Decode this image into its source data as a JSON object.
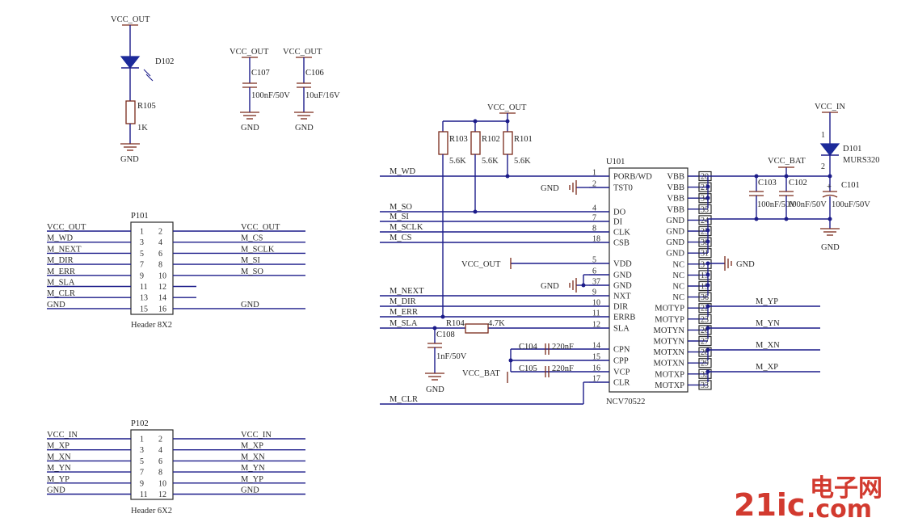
{
  "power": {
    "vcc_out": "VCC_OUT",
    "vcc_in": "VCC_IN",
    "vcc_bat": "VCC_BAT",
    "gnd": "GND"
  },
  "components": {
    "d102": {
      "ref": "D102"
    },
    "r105": {
      "ref": "R105",
      "value": "1K"
    },
    "c107": {
      "ref": "C107",
      "value": "100nF/50V"
    },
    "c106": {
      "ref": "C106",
      "value": "10uF/16V"
    },
    "r103": {
      "ref": "R103",
      "value": "5.6K"
    },
    "r102": {
      "ref": "R102",
      "value": "5.6K"
    },
    "r101": {
      "ref": "R101",
      "value": "5.6K"
    },
    "r104": {
      "ref": "R104",
      "value": "4.7K"
    },
    "c108": {
      "ref": "C108",
      "value": "1nF/50V"
    },
    "c104": {
      "ref": "C104",
      "value": "220nF"
    },
    "c105": {
      "ref": "C105",
      "value": "220nF"
    },
    "c103": {
      "ref": "C103",
      "value": "100nF/50V"
    },
    "c102": {
      "ref": "C102",
      "value": "100nF/50V"
    },
    "c101": {
      "ref": "C101",
      "value": "100uF/50V"
    },
    "d101": {
      "ref": "D101",
      "value": "MURS320",
      "pin1": "1",
      "pin2": "2"
    },
    "u101": {
      "ref": "U101",
      "part": "NCV70522"
    },
    "p101": {
      "ref": "P101",
      "desc": "Header 8X2"
    },
    "p102": {
      "ref": "P102",
      "desc": "Header 6X2"
    }
  },
  "p101_rows": [
    {
      "left": "VCC_OUT",
      "p1": "1",
      "p2": "2",
      "right": "VCC_OUT"
    },
    {
      "left": "M_WD",
      "p1": "3",
      "p2": "4",
      "right": "M_CS"
    },
    {
      "left": "M_NEXT",
      "p1": "5",
      "p2": "6",
      "right": "M_SCLK"
    },
    {
      "left": "M_DIR",
      "p1": "7",
      "p2": "8",
      "right": "M_SI"
    },
    {
      "left": "M_ERR",
      "p1": "9",
      "p2": "10",
      "right": "M_SO"
    },
    {
      "left": "M_SLA",
      "p1": "11",
      "p2": "12",
      "right": ""
    },
    {
      "left": "M_CLR",
      "p1": "13",
      "p2": "14",
      "right": ""
    },
    {
      "left": "GND",
      "p1": "15",
      "p2": "16",
      "right": "GND"
    }
  ],
  "p102_rows": [
    {
      "left": "VCC_IN",
      "p1": "1",
      "p2": "2",
      "right": "VCC_IN"
    },
    {
      "left": "M_XP",
      "p1": "3",
      "p2": "4",
      "right": "M_XP"
    },
    {
      "left": "M_XN",
      "p1": "5",
      "p2": "6",
      "right": "M_XN"
    },
    {
      "left": "M_YN",
      "p1": "7",
      "p2": "8",
      "right": "M_YN"
    },
    {
      "left": "M_YP",
      "p1": "9",
      "p2": "10",
      "right": "M_YP"
    },
    {
      "left": "GND",
      "p1": "11",
      "p2": "12",
      "right": "GND"
    }
  ],
  "u101_left": [
    {
      "pin": "1",
      "name": "PORB/WD"
    },
    {
      "pin": "2",
      "name": "TST0"
    },
    {
      "pin": "4",
      "name": "DO"
    },
    {
      "pin": "7",
      "name": "DI"
    },
    {
      "pin": "8",
      "name": "CLK"
    },
    {
      "pin": "18",
      "name": "CSB"
    },
    {
      "pin": "5",
      "name": "VDD"
    },
    {
      "pin": "6",
      "name": "GND"
    },
    {
      "pin": "37",
      "name": "GND"
    },
    {
      "pin": "9",
      "name": "NXT"
    },
    {
      "pin": "10",
      "name": "DIR"
    },
    {
      "pin": "11",
      "name": "ERRB"
    },
    {
      "pin": "12",
      "name": "SLA"
    },
    {
      "pin": "14",
      "name": "CPN"
    },
    {
      "pin": "15",
      "name": "CPP"
    },
    {
      "pin": "16",
      "name": "VCP"
    },
    {
      "pin": "17",
      "name": "CLR"
    }
  ],
  "u101_right": [
    {
      "pin": "20",
      "name": "VBB"
    },
    {
      "pin": "21",
      "name": "VBB"
    },
    {
      "pin": "34",
      "name": "VBB"
    },
    {
      "pin": "35",
      "name": "VBB"
    },
    {
      "pin": "24",
      "name": "GND"
    },
    {
      "pin": "25",
      "name": "GND"
    },
    {
      "pin": "30",
      "name": "GND"
    },
    {
      "pin": "31",
      "name": "GND"
    },
    {
      "pin": "3",
      "name": "NC"
    },
    {
      "pin": "13",
      "name": "NC"
    },
    {
      "pin": "19",
      "name": "NC"
    },
    {
      "pin": "36",
      "name": "NC"
    },
    {
      "pin": "22",
      "name": "MOTYP"
    },
    {
      "pin": "23",
      "name": "MOTYP"
    },
    {
      "pin": "26",
      "name": "MOTYN"
    },
    {
      "pin": "27",
      "name": "MOTYN"
    },
    {
      "pin": "28",
      "name": "MOTXN"
    },
    {
      "pin": "29",
      "name": "MOTXN"
    },
    {
      "pin": "32",
      "name": "MOTXP"
    },
    {
      "pin": "33",
      "name": "MOTXP"
    }
  ],
  "nets_left": {
    "wd": "M_WD",
    "so": "M_SO",
    "si": "M_SI",
    "sclk": "M_SCLK",
    "cs": "M_CS",
    "next": "M_NEXT",
    "dir": "M_DIR",
    "err": "M_ERR",
    "sla": "M_SLA",
    "clr": "M_CLR"
  },
  "nets_right": {
    "yp": "M_YP",
    "yn": "M_YN",
    "xn": "M_XN",
    "xp": "M_XP"
  },
  "watermark": {
    "brand": "21ic",
    "cn": "电子网",
    "domain": ".com"
  }
}
